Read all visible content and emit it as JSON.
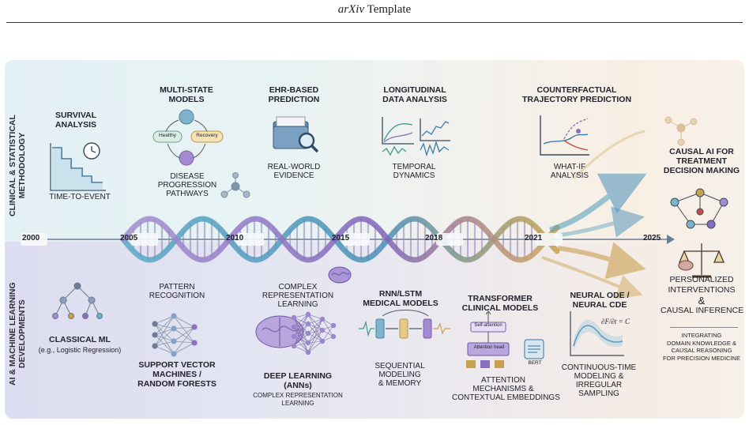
{
  "header": {
    "prefix": "arXiv",
    "suffix": " Template"
  },
  "side_labels": {
    "top_line1": "CLINICAL & STATISTICAL",
    "top_line2": "METHODOLOGY",
    "bottom_line1": "AI & MACHINE LEARNING",
    "bottom_line2": "DEVELOPMENTS"
  },
  "timeline": {
    "years": [
      "2000",
      "2005",
      "2010",
      "2015",
      "2018",
      "2021",
      "2025"
    ]
  },
  "top": {
    "survival": {
      "title1": "SURVIVAL",
      "title2": "ANALYSIS",
      "caption": "TIME-TO-EVENT"
    },
    "multistate": {
      "title1": "MULTI-STATE",
      "title2": "MODELS",
      "node_a": "Healthy",
      "node_b": "Recovery",
      "cap1": "DISEASE",
      "cap2": "PROGRESSION",
      "cap3": "PATHWAYS"
    },
    "ehr": {
      "title1": "EHR-BASED",
      "title2": "PREDICTION",
      "cap1": "REAL-WORLD",
      "cap2": "EVIDENCE"
    },
    "longitudinal": {
      "title1": "LONGITUDINAL",
      "title2": "DATA ANALYSIS",
      "cap1": "TEMPORAL",
      "cap2": "DYNAMICS"
    },
    "counterfactual": {
      "title1": "COUNTERFACTUAL",
      "title2": "TRAJECTORY PREDICTION",
      "cap1": "WHAT-IF",
      "cap2": "ANALYSIS"
    }
  },
  "bottom": {
    "classical": {
      "title": "CLASSICAL ML",
      "sub": "(e.g., Logistic Regression)"
    },
    "svm": {
      "top1": "PATTERN",
      "top2": "RECOGNITION",
      "title1": "SUPPORT VECTOR",
      "title2": "MACHINES /",
      "title3": "RANDOM FORESTS"
    },
    "deep": {
      "top1": "COMPLEX",
      "top2": "REPRESENTATION",
      "top3": "LEARNING",
      "title1": "DEEP LEARNING",
      "title2": "(ANNs)",
      "sub1": "COMPLEX REPRESENTATION",
      "sub2": "LEARNING"
    },
    "rnn": {
      "title1": "RNN/LSTM",
      "title2": "MEDICAL MODELS",
      "cap1": "SEQUENTIAL",
      "cap2": "MODELING",
      "cap3": "& MEMORY"
    },
    "transformer": {
      "title1": "TRANSFORMER",
      "title2": "CLINICAL MODELS",
      "self_attention": "Self-attention",
      "attention_head": "Attention head",
      "bert": "BERT",
      "cap1": "ATTENTION",
      "cap2": "MECHANISMS &",
      "cap3": "CONTEXTUAL EMBEDDINGS"
    },
    "neuralode": {
      "title1": "NEURAL ODE /",
      "title2": "NEURAL CDE",
      "equation": "∂F/∂t = C",
      "cap1": "CONTINUOUS-TIME",
      "cap2": "MODELING &",
      "cap3": "IRREGULAR",
      "cap4": "SAMPLING"
    }
  },
  "right": {
    "title1": "CAUSAL AI FOR",
    "title2": "TREATMENT",
    "title3": "DECISION MAKING",
    "p1": "PERSONALIZED",
    "p2": "INTERVENTIONS",
    "amp": "&",
    "p3": "CAUSAL INFERENCE",
    "i1": "INTEGRATING",
    "i2": "DOMAIN KNOWLEDGE &",
    "i3": "CAUSAL REASONING",
    "i4": "FOR PRECISION MEDICINE"
  },
  "colors": {
    "helix_a": "#4a9cb8",
    "helix_b": "#8a6fbf",
    "rung": "#8e86b8",
    "accent_teal": "#3c93b0",
    "accent_purple": "#7e63b8",
    "accent_gold": "#c9a04e"
  },
  "icons": [
    "clock-icon",
    "folder-icon",
    "magnifier-icon",
    "dna-icon",
    "brain-icon",
    "scales-icon",
    "molecule-icon"
  ]
}
